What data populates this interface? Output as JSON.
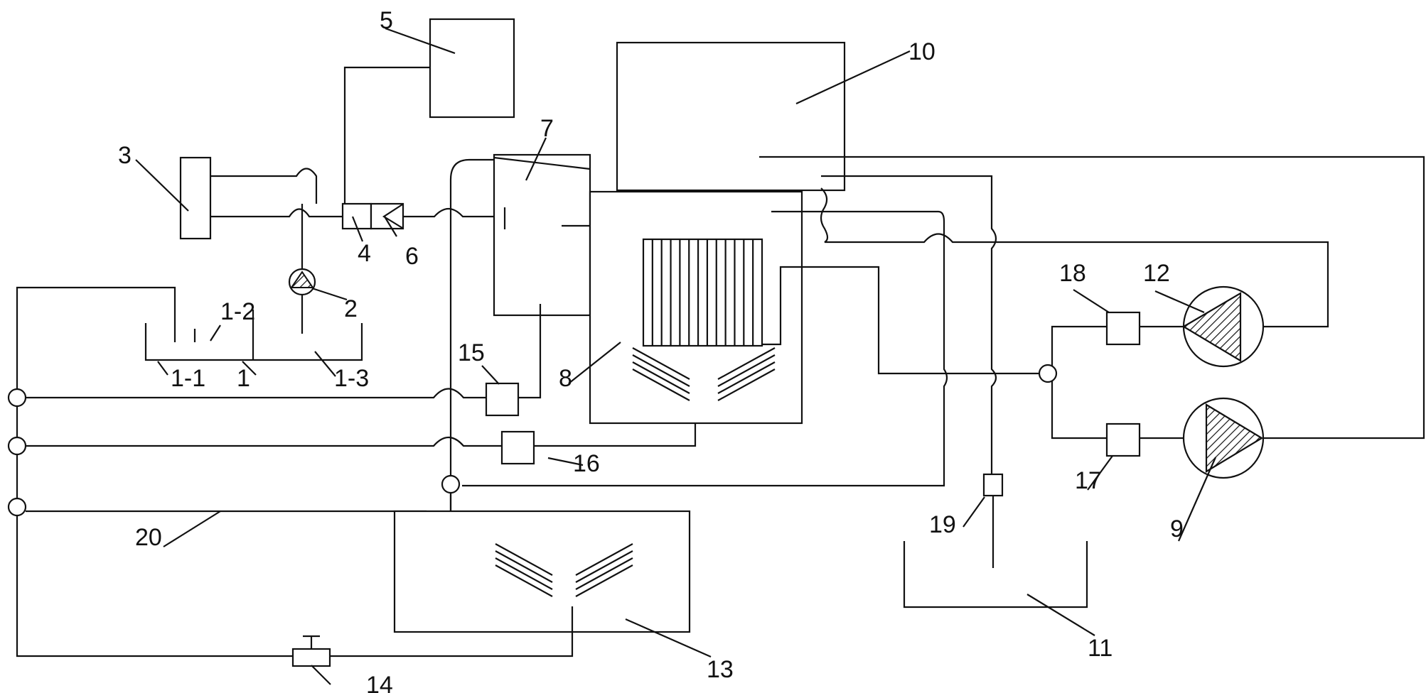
{
  "labels": {
    "l1": "1",
    "l1_1": "1-1",
    "l1_2": "1-2",
    "l1_3": "1-3",
    "l2": "2",
    "l3": "3",
    "l4": "4",
    "l5": "5",
    "l6": "6",
    "l7": "7",
    "l8": "8",
    "l9": "9",
    "l10": "10",
    "l11": "11",
    "l12": "12",
    "l13": "13",
    "l14": "14",
    "l15": "15",
    "l16": "16",
    "l17": "17",
    "l18": "18",
    "l19": "19",
    "l20": "20"
  },
  "colors": {
    "line": "#111111",
    "background": "#ffffff"
  }
}
